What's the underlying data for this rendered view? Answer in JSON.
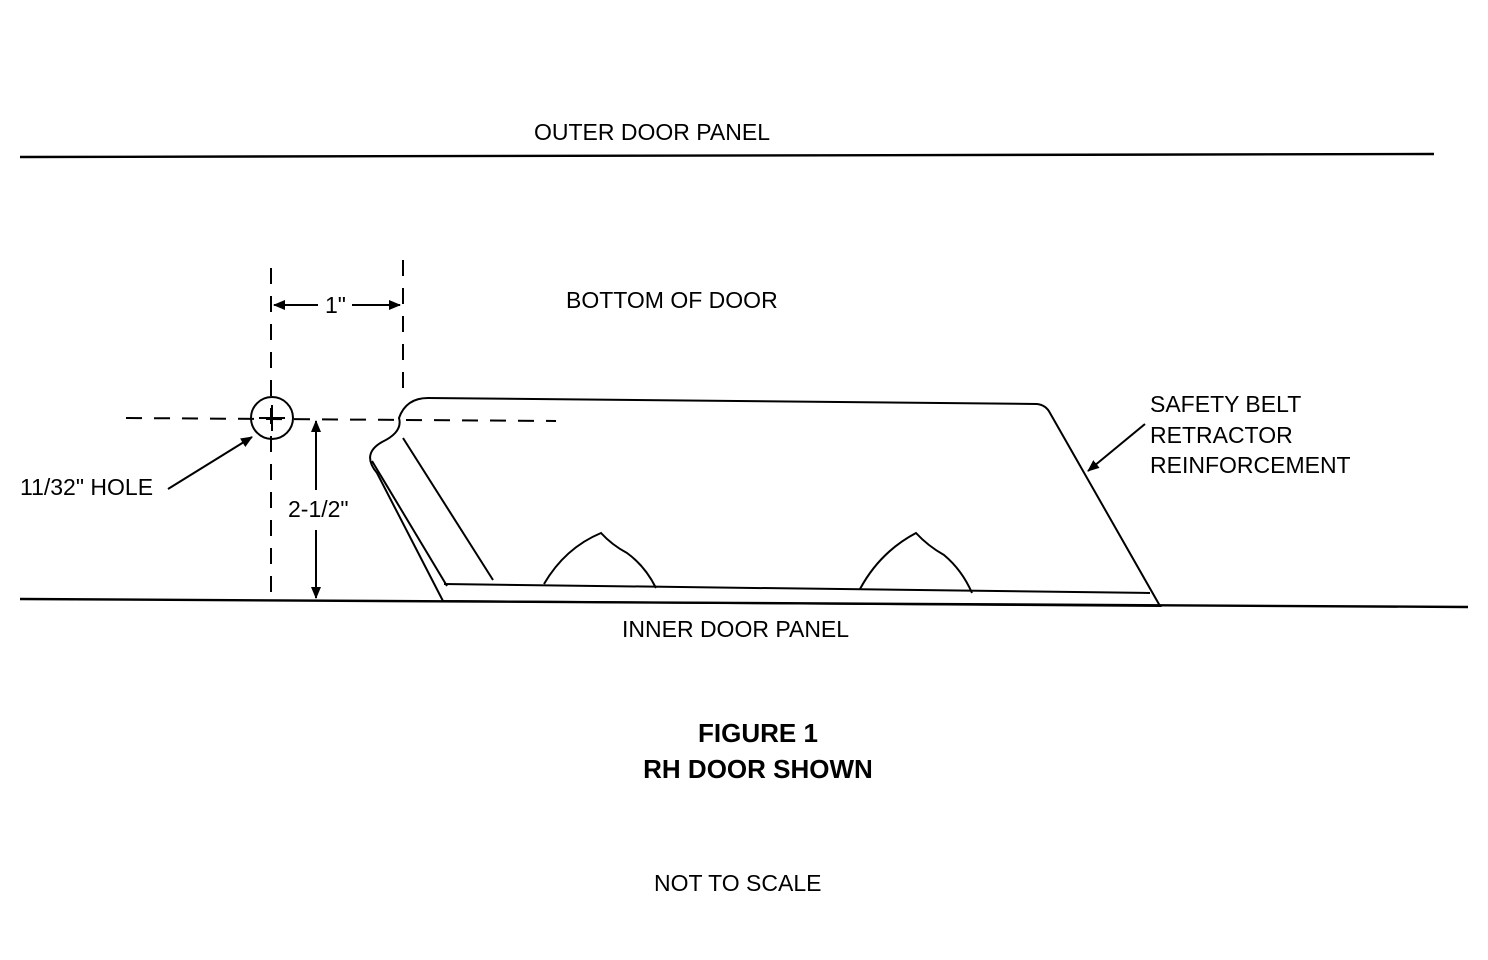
{
  "labels": {
    "outer_panel": "OUTER DOOR PANEL",
    "bottom_of_door": "BOTTOM OF DOOR",
    "dim_horizontal": "1\"",
    "dim_vertical": "2-1/2\"",
    "hole": "11/32\" HOLE",
    "reinforcement_line1": "SAFETY BELT",
    "reinforcement_line2": "RETRACTOR",
    "reinforcement_line3": "REINFORCEMENT",
    "inner_panel": "INNER DOOR PANEL",
    "not_to_scale": "NOT TO SCALE"
  },
  "caption": {
    "line1": "FIGURE 1",
    "line2": "RH DOOR SHOWN"
  }
}
